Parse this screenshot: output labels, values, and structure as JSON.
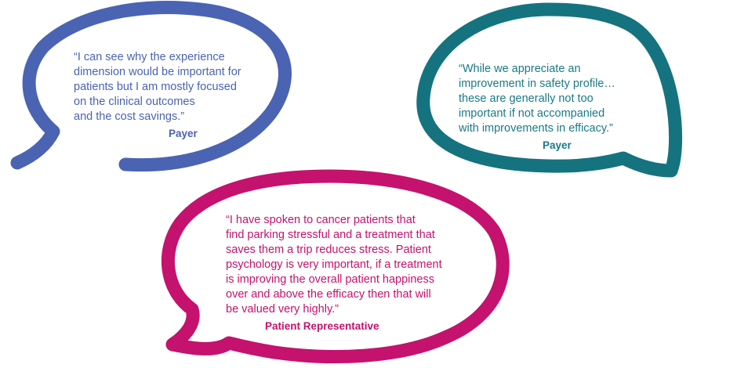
{
  "colors": {
    "payer1": "#4a63b3",
    "payer2": "#15737f",
    "patient": "#c4126e"
  },
  "bubbles": [
    {
      "id": "payer-1",
      "quote_lines": [
        "“I can see why the experience",
        "dimension would be important for",
        "patients but I am mostly focused",
        "on the clinical outcomes",
        "and the cost savings.”"
      ],
      "attribution": "Payer"
    },
    {
      "id": "payer-2",
      "quote_lines": [
        "“While we appreciate an",
        "improvement in safety profile…",
        "these are generally not too",
        "important if not accompanied",
        "with improvements in efficacy.”"
      ],
      "attribution": "Payer"
    },
    {
      "id": "patient-rep",
      "quote_lines": [
        "“I have spoken to cancer patients that",
        "find parking stressful and a treatment that",
        "saves them a trip reduces stress. Patient",
        "psychology is very important, if a treatment",
        "is improving the overall patient happiness",
        "over and above the efficacy then that will",
        "be valued very highly.”"
      ],
      "attribution": "Patient Representative"
    }
  ]
}
